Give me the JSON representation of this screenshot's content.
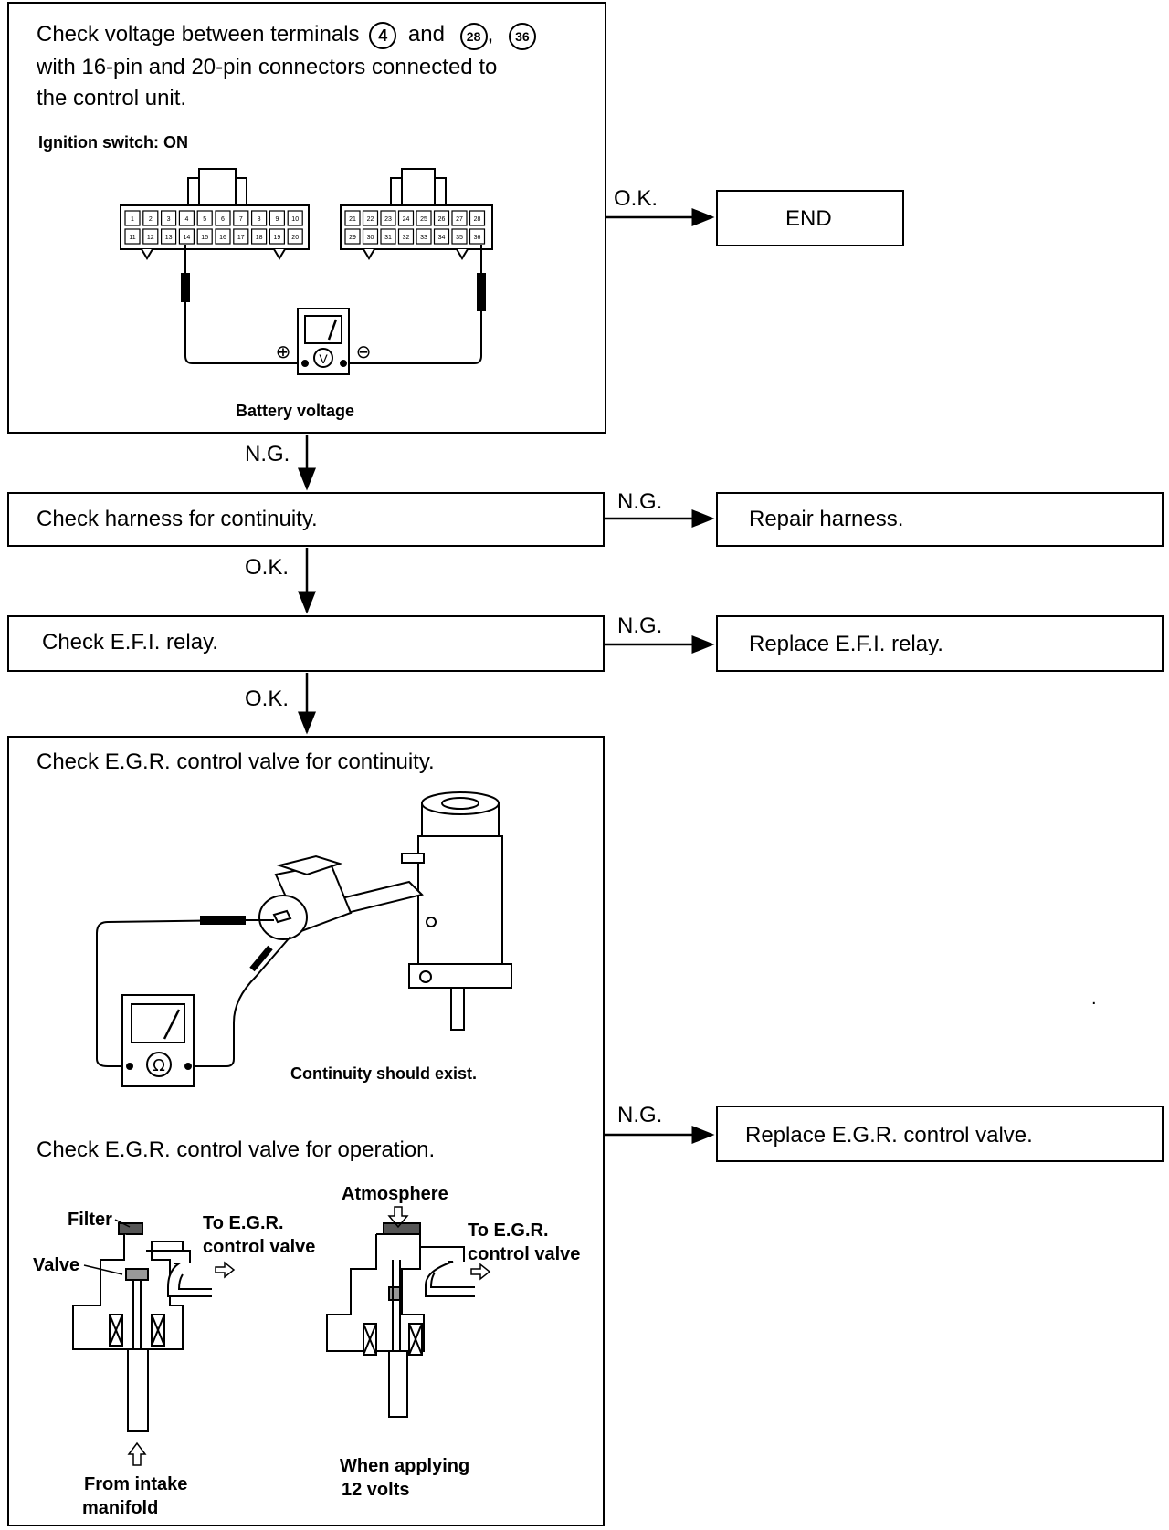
{
  "step1": {
    "line1": "Check voltage between terminals",
    "term_a": "4",
    "and": "and",
    "term_b": "28",
    "term_c": "36",
    "line2": "with 16-pin and 20-pin connectors connected to",
    "line3": "the control unit.",
    "condition": "Ignition switch: ON",
    "plus": "⊕",
    "minus": "⊖",
    "meter": "V",
    "result": "Battery voltage",
    "connector_a_top": [
      "1",
      "2",
      "3",
      "4",
      "5",
      "6",
      "7",
      "8",
      "9",
      "10"
    ],
    "connector_a_bottom": [
      "11",
      "12",
      "13",
      "14",
      "15",
      "16",
      "17",
      "18",
      "19",
      "20"
    ],
    "connector_b_top": [
      "21",
      "22",
      "23",
      "24",
      "25",
      "26",
      "27",
      "28"
    ],
    "connector_b_bottom": [
      "29",
      "30",
      "31",
      "32",
      "33",
      "34",
      "35",
      "36"
    ]
  },
  "end_box": "END",
  "step2": "Check harness for continuity.",
  "step2_fail": "Repair harness.",
  "step3": "Check E.F.I. relay.",
  "step3_fail": "Replace E.F.I. relay.",
  "step4": {
    "title": "Check E.G.R. control valve for continuity.",
    "meter": "Ω",
    "result": "Continuity should exist.",
    "title2": "Check E.G.R. control valve for operation.",
    "filter": "Filter",
    "valve": "Valve",
    "to_egr_a": "To E.G.R.",
    "to_egr_b": "control valve",
    "from_intake_a": "From intake",
    "from_intake_b": "manifold",
    "atmosphere": "Atmosphere",
    "applying_a": "When applying",
    "applying_b": "12 volts"
  },
  "step4_fail": "Replace E.G.R. control valve.",
  "labels": {
    "ok": "O.K.",
    "ng": "N.G."
  }
}
